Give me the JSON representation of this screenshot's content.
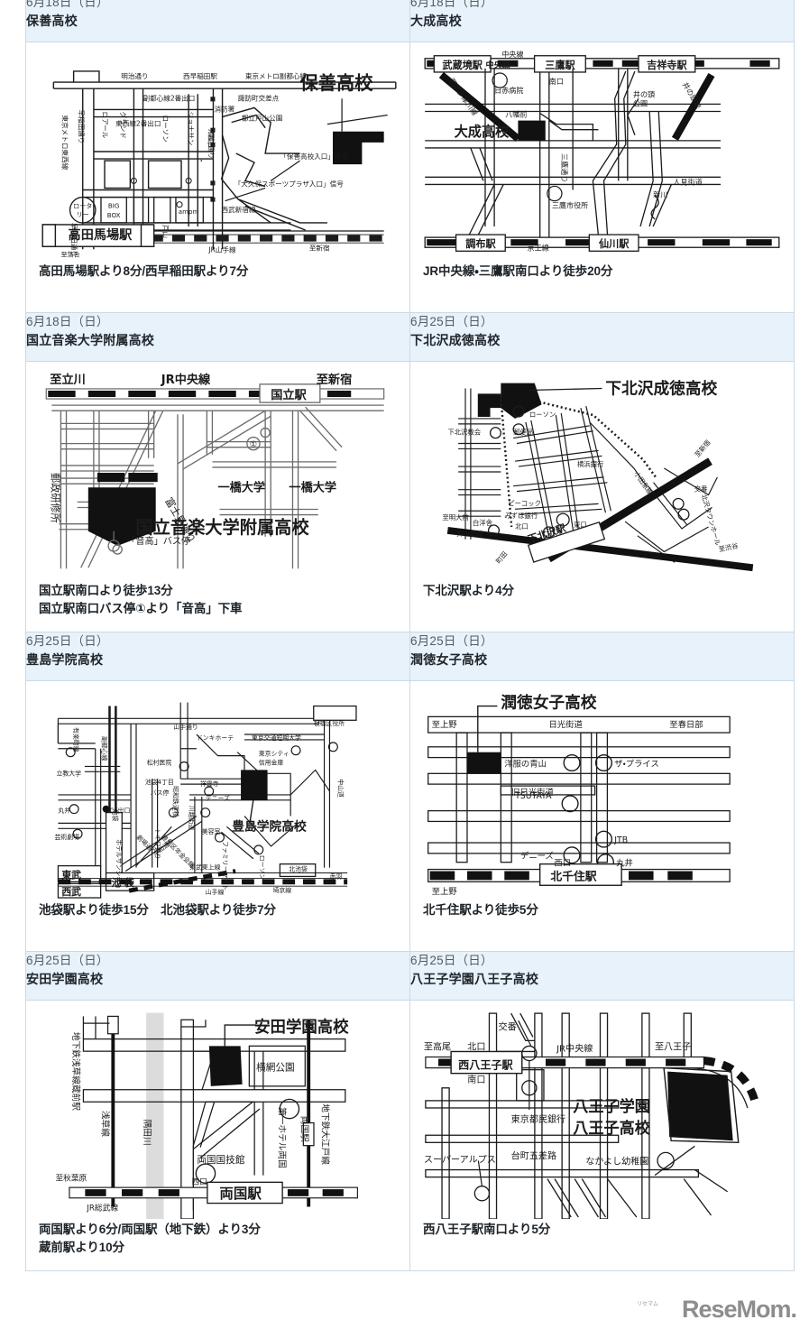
{
  "page": {
    "watermark": "ReseMom.",
    "watermark_ruby": "リセマム",
    "colors": {
      "header_bg": "#e8f2fa",
      "border": "#cbd9e6",
      "text": "#20262b",
      "date_text": "#555b60",
      "watermark": "#8d8d8d"
    }
  },
  "cells": [
    {
      "date": "6月18日（日）",
      "school": "保善高校",
      "caption": "高田馬場駅より8分/西早稲田駅より7分",
      "map": {
        "title": "保善高校",
        "labels": [
          "明治通り",
          "西早稲田駅",
          "東京メトロ副都心線",
          "副都心線2番出口",
          "諏訪町交差点",
          "消防署",
          "東西線2番出口",
          "都立戸山公園",
          "アルゴ",
          "「保善高校入口」信号",
          "「大久保スポーツプラザ入口」信号",
          "ロアール",
          "グランド",
          "ローソン",
          "ジョナサン",
          "諏訪通り",
          "東京メトロ東西線",
          "早稲田通り",
          "ロータリー",
          "BIG BOX",
          "ampm",
          "高田馬場駅",
          "戸山",
          "西武新宿線",
          "JR山手線",
          "至新宿",
          "至落合"
        ]
      }
    },
    {
      "date": "6月18日（日）",
      "school": "大成高校",
      "caption": "JR中央線・三鷹駅南口より徒歩20分",
      "map": {
        "title": "大成高校",
        "labels": [
          "武蔵境駅",
          "中央線",
          "三鷹駅",
          "吉祥寺駅",
          "西武多摩川線",
          "日赤病院",
          "南口",
          "井の頭公園",
          "井の頭線",
          "八幡前",
          "三鷹通り",
          "三鷹市役所",
          "人見街道",
          "新川",
          "調布駅",
          "京王線",
          "仙川駅"
        ]
      }
    },
    {
      "date": "6月18日（日）",
      "school": "国立音楽大学附属高校",
      "caption": "国立駅南口より徒歩13分\n国立駅南口バス停①より「音高」下車",
      "map": {
        "title": "国立音楽大学附属高校",
        "labels": [
          "至立川",
          "JR中央線",
          "至新宿",
          "国立駅",
          "郵政研修所",
          "富士見通り",
          "一橋大学",
          "一橋大学",
          "「音高」バス停",
          "①"
        ]
      }
    },
    {
      "date": "6月25日（日）",
      "school": "下北沢成徳高校",
      "caption": "下北沢駅より4分",
      "map": {
        "title": "下北沢成徳高校",
        "labels": [
          "下北沢教会",
          "ローソン",
          "郵便局",
          "横浜銀行",
          "ピーコック",
          "みずほ銀行",
          "白洋舎",
          "北口",
          "西口",
          "南口",
          "東口",
          "下北沢駅",
          "小田急線",
          "井の頭線",
          "至渋谷",
          "至新宿",
          "交番",
          "北沢タウンホール",
          "至明大前",
          "町田"
        ]
      }
    },
    {
      "date": "6月25日（日）",
      "school": "豊島学院高校",
      "caption": "池袋駅より徒歩15分　北池袋駅より徒歩7分",
      "map": {
        "title": "豊島学院高校",
        "labels": [
          "有楽町線",
          "副都心線",
          "山手通り",
          "板橋区役所",
          "ドンキホーテ",
          "東京交通短期大学",
          "東京シティ信用金庫",
          "立教大学",
          "松村医院",
          "池袋4丁目バス停",
          "昭和鉄道校",
          "祥雲寺",
          "デニーズ",
          "中山道",
          "丸井",
          "C6出口",
          "芸術劇場",
          "劇場通り",
          "豊島区年金会館",
          "美容室",
          "川越街道",
          "ホテルサンシティ",
          "平和通り",
          "ファミリーマート",
          "ローソン",
          "東武東上線",
          "北池袋",
          "赤羽",
          "東武",
          "西武",
          "池袋",
          "山手線",
          "埼京線"
        ]
      }
    },
    {
      "date": "6月25日（日）",
      "school": "潤徳女子高校",
      "caption": "北千住駅より徒歩5分",
      "map": {
        "title": "潤徳女子高校",
        "labels": [
          "至上野",
          "日光街道",
          "至春日部",
          "洋服の青山",
          "ザ・プライス",
          "TSUTAYA",
          "旧日光街道",
          "JTB",
          "デニーズ",
          "丸井",
          "西口",
          "北千住駅",
          "至上野"
        ]
      }
    },
    {
      "date": "6月25日（日）",
      "school": "安田学園高校",
      "caption": "両国駅より6分/両国駅（地下鉄）より3分\n蔵前駅より10分",
      "map": {
        "title": "安田学園高校",
        "labels": [
          "地下鉄浅草線蔵前駅",
          "横網公園",
          "浅草線",
          "隅田川",
          "第一ホテル両国",
          "地下鉄大江戸線両国駅",
          "両国国技館",
          "至秋葉原",
          "JR総武線",
          "西口",
          "両国駅"
        ]
      }
    },
    {
      "date": "6月25日（日）",
      "school": "八王子学園八王子高校",
      "caption": "西八王子駅南口より5分",
      "map": {
        "title": "八王子学園\n八王子高校",
        "labels": [
          "至高尾",
          "北口",
          "交番",
          "JR中央線",
          "至八王子",
          "西八王子駅",
          "南口",
          "東京都民銀行",
          "スーパーアルプス",
          "台町五差路",
          "なかよし幼稚園"
        ]
      }
    }
  ]
}
